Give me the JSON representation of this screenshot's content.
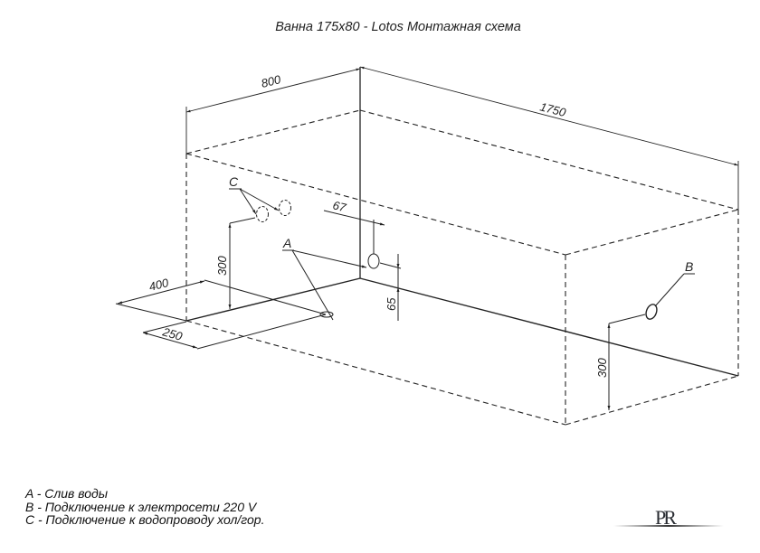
{
  "title": "Ванна 175x80 - Lotos Монтажная схема",
  "dimensions": {
    "width": "800",
    "length": "1750",
    "drain_offset_x": "400",
    "drain_offset_y": "250",
    "water_height": "300",
    "overflow_offset": "67",
    "overflow_height": "65",
    "electric_height": "300"
  },
  "labels": {
    "a": "A",
    "b": "B",
    "c": "C"
  },
  "legend": [
    {
      "key": "A",
      "text": "A - Слив воды"
    },
    {
      "key": "B",
      "text": "B - Подключение к электросети 220 V"
    },
    {
      "key": "C",
      "text": "C - Подключение к водопроводу хол/гор."
    }
  ],
  "logo": {
    "text": "PR"
  },
  "colors": {
    "line": "#222222",
    "background": "#ffffff"
  }
}
